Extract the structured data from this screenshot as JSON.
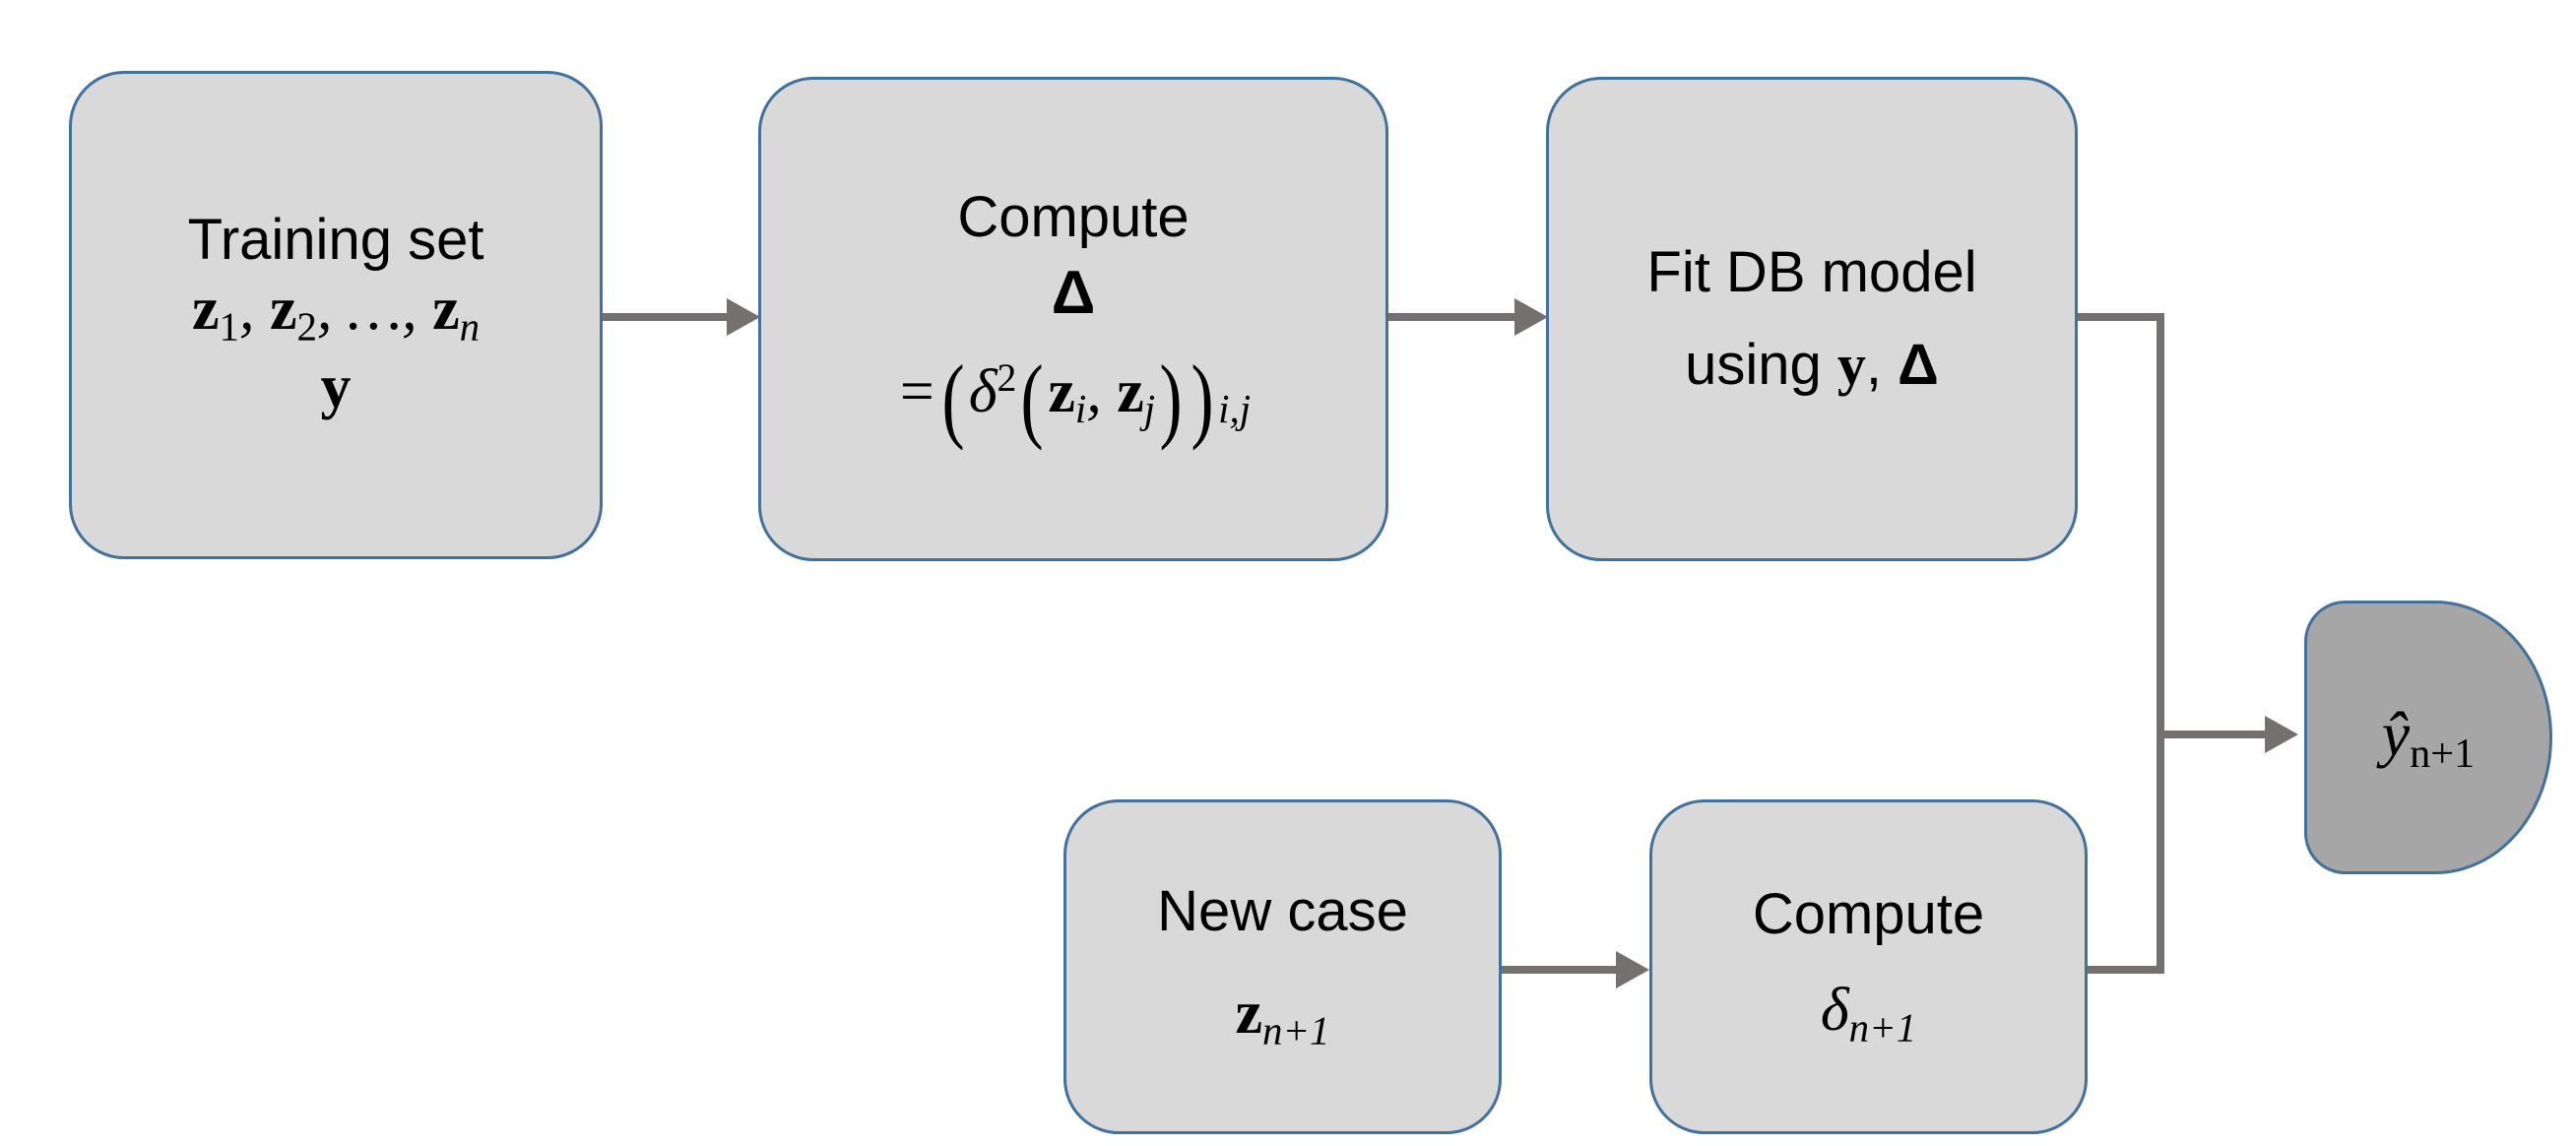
{
  "diagram": {
    "title": "Distance-based model prediction flowchart",
    "colors": {
      "node_fill": "#D9D9D9",
      "output_fill": "#A6A6A6",
      "node_border": "#41719C",
      "connector": "#757070",
      "text": "#000000",
      "background": "#FFFFFF"
    },
    "nodes": [
      {
        "id": "training-set",
        "name": "Training set",
        "lines": [
          "Training set",
          "z1, z2, …, zn",
          "y"
        ],
        "line1": "Training set",
        "line3": "y"
      },
      {
        "id": "compute-delta",
        "name": "Compute Delta",
        "lines": [
          "Compute",
          "Δ",
          "= (δ²(z_i, z_j))_{i,j}"
        ],
        "line1": "Compute",
        "line2": "Δ",
        "equals": "=",
        "delta_sym": "δ",
        "exponent": "2",
        "sub_ij": "i,j"
      },
      {
        "id": "fit-db-model",
        "name": "Fit DB model",
        "lines": [
          "Fit DB model",
          "using y, Δ"
        ],
        "line1": "Fit DB model",
        "line2_prefix": "using ",
        "line2_y": "y",
        "line2_sep": ", ",
        "line2_delta": "Δ"
      },
      {
        "id": "new-case",
        "name": "New case",
        "lines": [
          "New case",
          "z_{n+1}"
        ],
        "line1": "New case",
        "symbol": "z",
        "subscript": "n+1"
      },
      {
        "id": "compute-delta-n1",
        "name": "Compute delta n+1",
        "lines": [
          "Compute",
          "δ_{n+1}"
        ],
        "line1": "Compute",
        "symbol": "δ",
        "subscript": "n+1"
      },
      {
        "id": "prediction-output",
        "name": "Predicted value",
        "lines": [
          "ŷ_{n+1}"
        ],
        "symbol": "ŷ",
        "subscript": "n+1"
      }
    ],
    "variables": {
      "z": "z",
      "y": "y",
      "delta_upper": "Δ",
      "delta_lower": "δ",
      "comma": ",",
      "ellipsis": "…",
      "sub_1": "1",
      "sub_2": "2",
      "sub_n": "n",
      "sub_i": "i",
      "sub_j": "j",
      "sub_n1": "n+1"
    },
    "connectors": [
      {
        "id": "training-to-compute-delta",
        "from": "training-set",
        "to": "compute-delta",
        "style": "straight-arrow"
      },
      {
        "id": "compute-delta-to-fit-model",
        "from": "compute-delta",
        "to": "fit-db-model",
        "style": "straight-arrow"
      },
      {
        "id": "new-case-to-compute-delta-n1",
        "from": "new-case",
        "to": "compute-delta-n1",
        "style": "straight-arrow"
      },
      {
        "id": "fit-model-to-output",
        "from": "fit-db-model",
        "to": "prediction-output",
        "style": "elbow"
      },
      {
        "id": "compute-delta-n1-to-output",
        "from": "compute-delta-n1",
        "to": "prediction-output",
        "style": "elbow"
      }
    ]
  }
}
